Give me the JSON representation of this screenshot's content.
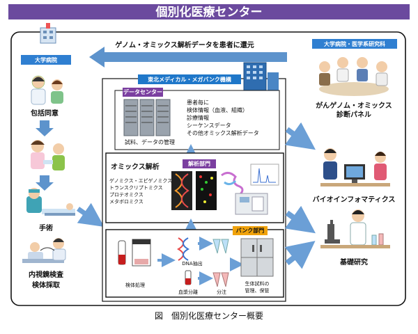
{
  "title": "個別化医療センター",
  "caption": "図　個別化医療センター概要",
  "return_arrow_label": "ゲノム・オミックス解析データを患者に還元",
  "left_column": {
    "badge": "大学病院",
    "steps": [
      "包括同意",
      "手術",
      "内視鏡検査",
      "検体採取"
    ]
  },
  "megabank": {
    "label": "東北メディカル・メガバンク機構",
    "data_center": {
      "badge": "データセンター",
      "items": [
        "患者毎に",
        "検体情報（血液、組織）",
        "診療情報",
        "シーケンスデータ",
        "その他オミックス解析データ"
      ],
      "caption": "試料、データの管理"
    },
    "omics": {
      "title": "オミックス解析",
      "badge": "解析部門",
      "items": [
        "ゲノミクス・エピゲノミクス",
        "トランスクリプトミクス",
        "プロテオミクス",
        "メタボロミクス"
      ]
    },
    "bank": {
      "badge": "バンク部門",
      "labels": {
        "specimen": "検体処理",
        "dna": "DNA抽出",
        "serum": "血漿分離",
        "aliquot": "分注",
        "storage_1": "生体試料の",
        "storage_2": "管理、保管"
      }
    }
  },
  "right_column": {
    "badge": "大学病院・医学系研究科",
    "panel_1": "がんゲノム・オミックス",
    "panel_2": "診断パネル",
    "bioinformatics": "バイオインフォマティクス",
    "basic_research": "基礎研究"
  },
  "colors": {
    "title_bar": "#6b4a9e",
    "badge": "#7b3fa0",
    "arrow": "#6b9fd6",
    "frame": "#111111"
  }
}
